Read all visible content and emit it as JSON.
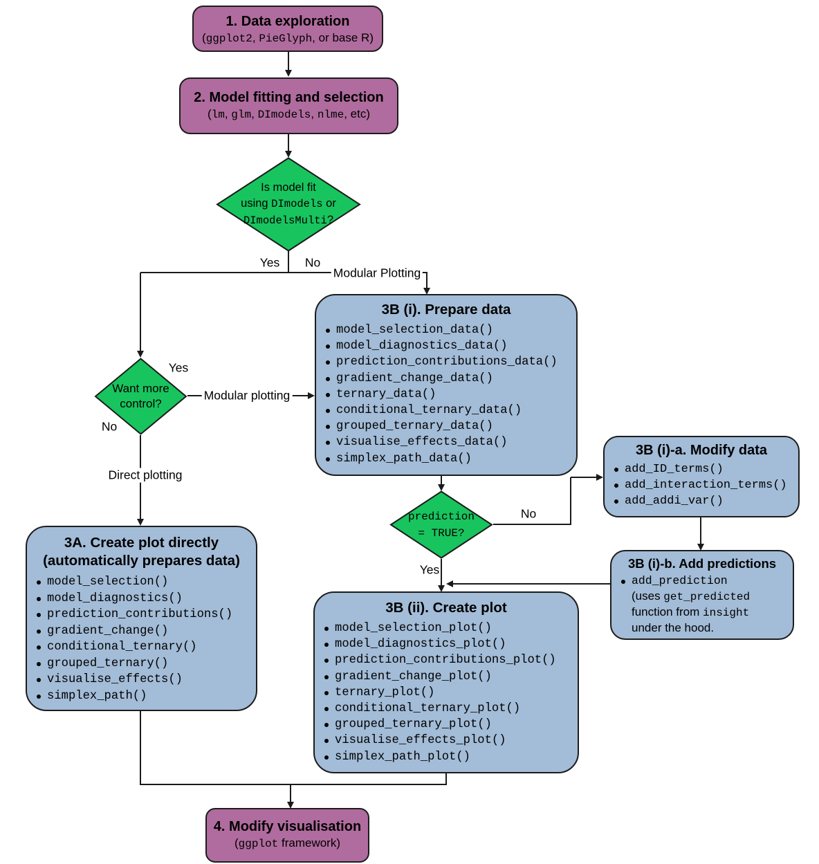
{
  "colors": {
    "purple": "#b06c9e",
    "green": "#18c45e",
    "blue": "#a3bcd7",
    "line": "#1a1a1a"
  },
  "nodes": {
    "explore": {
      "title": "1. Data exploration",
      "sub": [
        "(",
        "ggplot2",
        ", ",
        "PieGlyph",
        ", or base R)"
      ]
    },
    "model": {
      "title": "2. Model fitting and selection",
      "sub": [
        "(",
        "lm",
        ", ",
        "glm",
        ", ",
        "DImodels",
        ", ",
        "nlme",
        ", etc)"
      ]
    },
    "fit_check": {
      "line1": "Is model fit",
      "line2a": "using ",
      "line2b": "DImodels",
      "line2c": " or",
      "line3a": "DImodelsMulti",
      "line3b": "?"
    },
    "control_check": {
      "text": "Want more control?"
    },
    "prepare": {
      "title": "3B (i). Prepare data",
      "items": [
        "model_selection_data()",
        "model_diagnostics_data()",
        "prediction_contributions_data()",
        "gradient_change_data()",
        "ternary_data()",
        "conditional_ternary_data()",
        "grouped_ternary_data()",
        "visualise_effects_data()",
        "simplex_path_data()"
      ]
    },
    "create_direct": {
      "title_line1": "3A. Create plot directly",
      "title_line2": "(automatically prepares data)",
      "items": [
        "model_selection()",
        "model_diagnostics()",
        "prediction_contributions()",
        "gradient_change()",
        "conditional_ternary()",
        "grouped_ternary()",
        "visualise_effects()",
        "simplex_path()"
      ]
    },
    "prediction_check": {
      "line1": "prediction",
      "line2": "= TRUE?"
    },
    "modify_data": {
      "title": "3B (i)-a. Modify data",
      "items": [
        "add_ID_terms()",
        "add_interaction_terms()",
        "add_addi_var()"
      ]
    },
    "add_predictions": {
      "title": "3B (i)-b. Add predictions",
      "item_code": "add_prediction",
      "line2_sans": "(uses ",
      "line2_code": "get_predicted",
      "line3_sans": "function from ",
      "line3_code": "insight",
      "line4_sans": "under the hood."
    },
    "create_plot": {
      "title": "3B (ii). Create plot",
      "items": [
        "model_selection_plot()",
        "model_diagnostics_plot()",
        "prediction_contributions_plot()",
        "gradient_change_plot()",
        "ternary_plot()",
        "conditional_ternary_plot()",
        "grouped_ternary_plot()",
        "visualise_effects_plot()",
        "simplex_path_plot()"
      ]
    },
    "final": {
      "title": "4. Modify visualisation",
      "sub": [
        "(",
        "ggplot",
        " framework)"
      ]
    }
  },
  "labels": {
    "d1_yes": "Yes",
    "d1_no": "No",
    "modular_plotting_top": "Modular Plotting",
    "d2_yes": "Yes",
    "d2_modular": "Modular plotting",
    "d2_no": "No",
    "d2_direct": "Direct plotting",
    "d3_no": "No",
    "d3_yes": "Yes"
  }
}
